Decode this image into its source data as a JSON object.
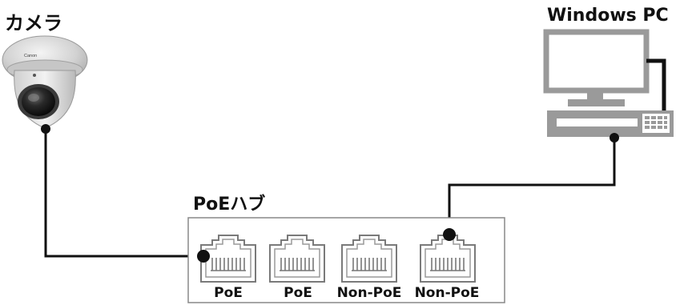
{
  "labels": {
    "camera": "カメラ",
    "pc": "Windows PC",
    "hub": "PoEハブ",
    "camera_brand": "Canon"
  },
  "hub": {
    "ports": [
      {
        "label": "PoE",
        "connected_to": "camera"
      },
      {
        "label": "PoE",
        "connected_to": ""
      },
      {
        "label": "Non-PoE",
        "connected_to": ""
      },
      {
        "label": "Non-PoE",
        "connected_to": "pc"
      }
    ]
  },
  "colors": {
    "cable": "#111111",
    "device_gray": "#9a9a9a",
    "hub_border": "#888888",
    "camera_body": "#d9d9d9",
    "lens": "#1e1e1e"
  }
}
